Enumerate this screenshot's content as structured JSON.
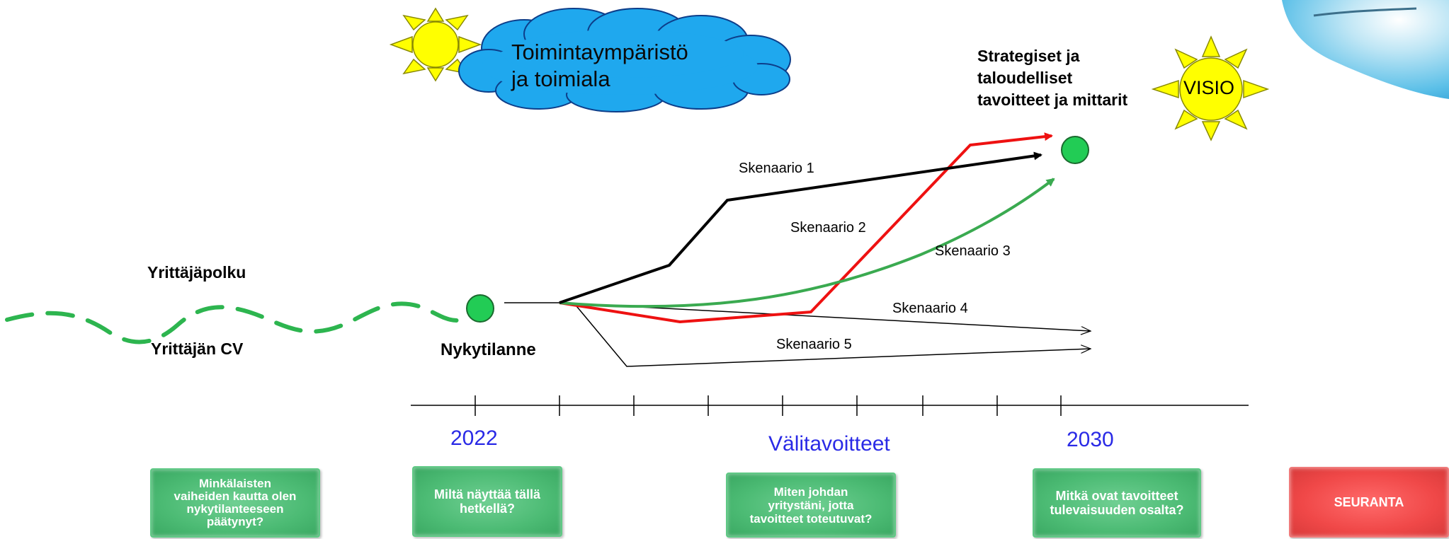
{
  "context_cloud": {
    "line1": "Toimintaympäristö",
    "line2": "ja toimiala"
  },
  "goals": {
    "line1": "Strategiset ja",
    "line2": "taloudelliset",
    "line3": "tavoitteet ja mittarit"
  },
  "vision": {
    "label": "VISIO"
  },
  "path": {
    "top_label": "Yrittäjäpolku",
    "bottom_label": "Yrittäjän CV"
  },
  "current_state": {
    "label": "Nykytilanne"
  },
  "scenarios": [
    "Skenaario 1",
    "Skenaario 2",
    "Skenaario 3",
    "Skenaario 4",
    "Skenaario 5"
  ],
  "timeline": {
    "start": "2022",
    "middle": "Välitavoitteet",
    "end": "2030"
  },
  "buttons": {
    "past": {
      "line1": "Minkälaisten",
      "line2": "vaiheiden kautta olen",
      "line3": "nykytilanteeseen",
      "line4": "päätynyt?"
    },
    "present": {
      "line1": "Miltä näyttää tällä",
      "line2": "hetkellä?"
    },
    "milestones": {
      "line1": "Miten johdan",
      "line2": "yritystäni, jotta",
      "line3": "tavoitteet toteutuvat?"
    },
    "future": {
      "line1": "Mitkä ovat tavoitteet",
      "line2": "tulevaisuuden osalta?"
    },
    "followup": {
      "label": "SEURANTA"
    }
  },
  "colors": {
    "scenario_1": "#000000",
    "scenario_2": "#ee1111",
    "scenario_3": "#3aaa50",
    "path": "#2db54f",
    "node": "#22cc55",
    "sun": "#ffff00",
    "cloud": "#1fa8ee",
    "year_text": "#2a2ae6",
    "action_button": "#4cbb74",
    "followup_button": "#f04848"
  },
  "icons": [
    "sun-icon",
    "cloud-icon",
    "vision-sun-icon",
    "landscape-image"
  ]
}
